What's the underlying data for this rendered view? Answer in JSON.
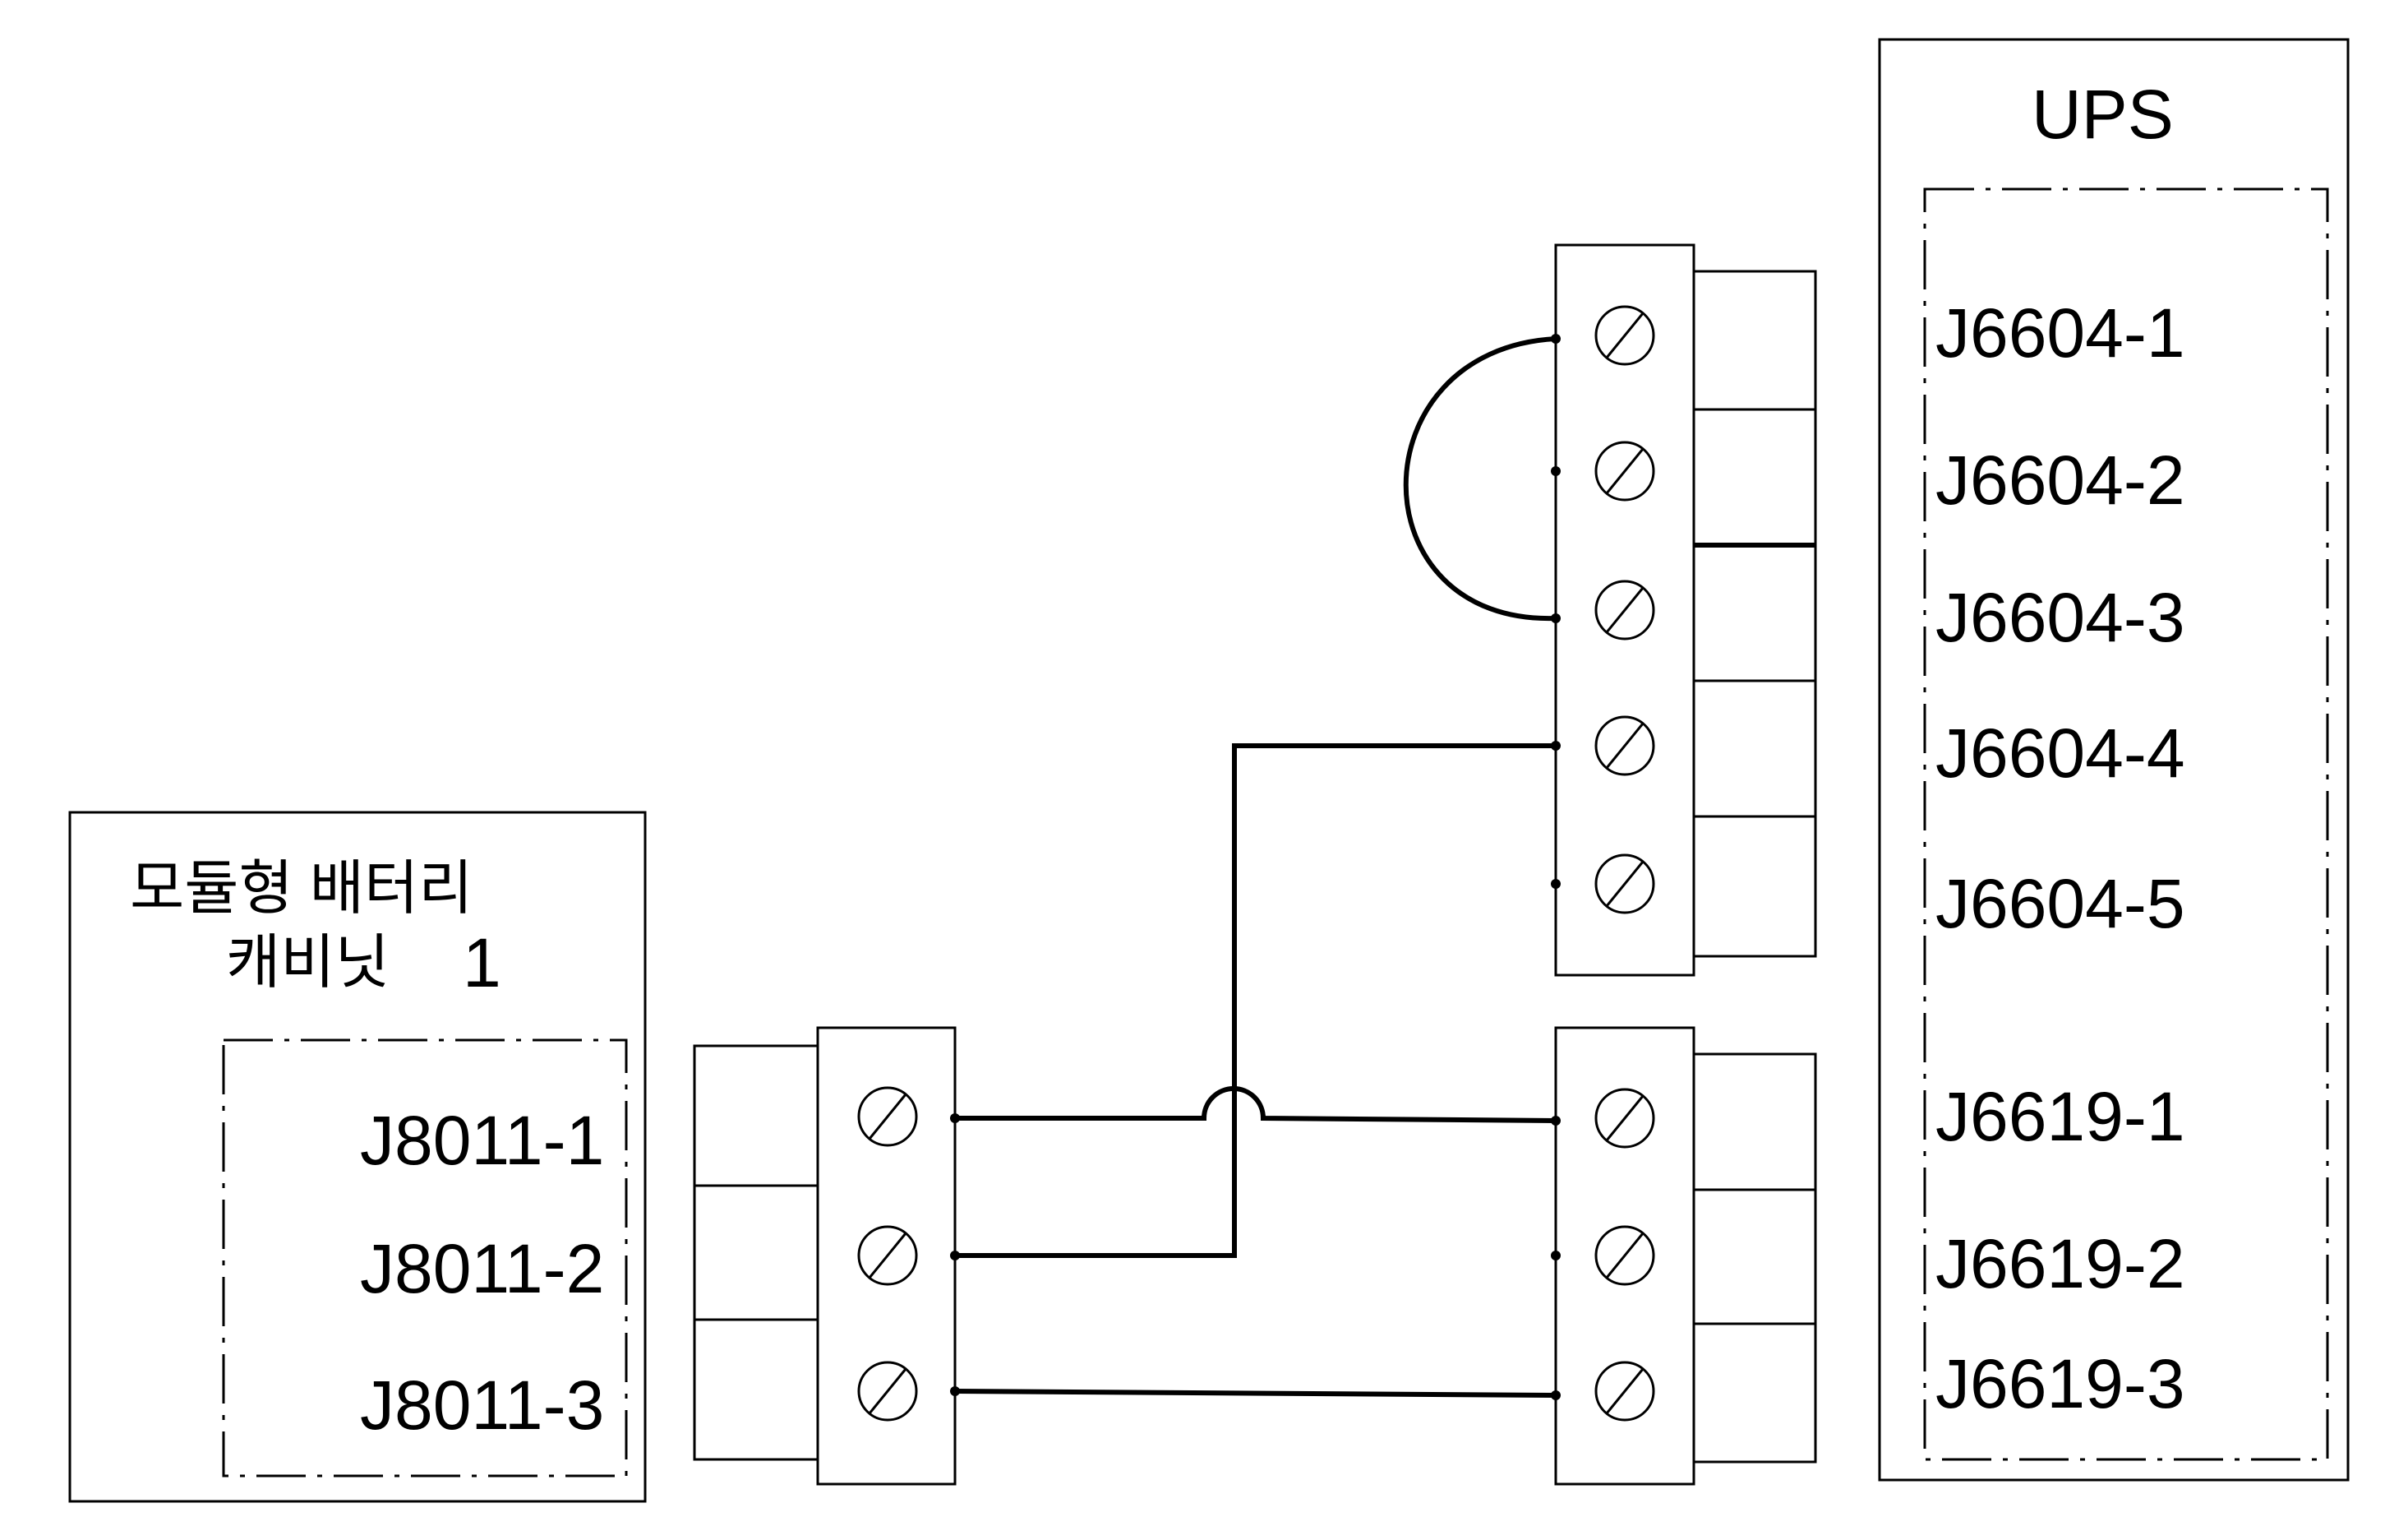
{
  "ups": {
    "title": "UPS",
    "pins": [
      "J6604-1",
      "J6604-2",
      "J6604-3",
      "J6604-4",
      "J6604-5",
      "J6619-1",
      "J6619-2",
      "J6619-3"
    ]
  },
  "battery": {
    "title_line1": "모듈형 배터리",
    "title_line2": "캐비닛",
    "number": "1",
    "pins": [
      "J8011-1",
      "J8011-2",
      "J8011-3"
    ]
  }
}
